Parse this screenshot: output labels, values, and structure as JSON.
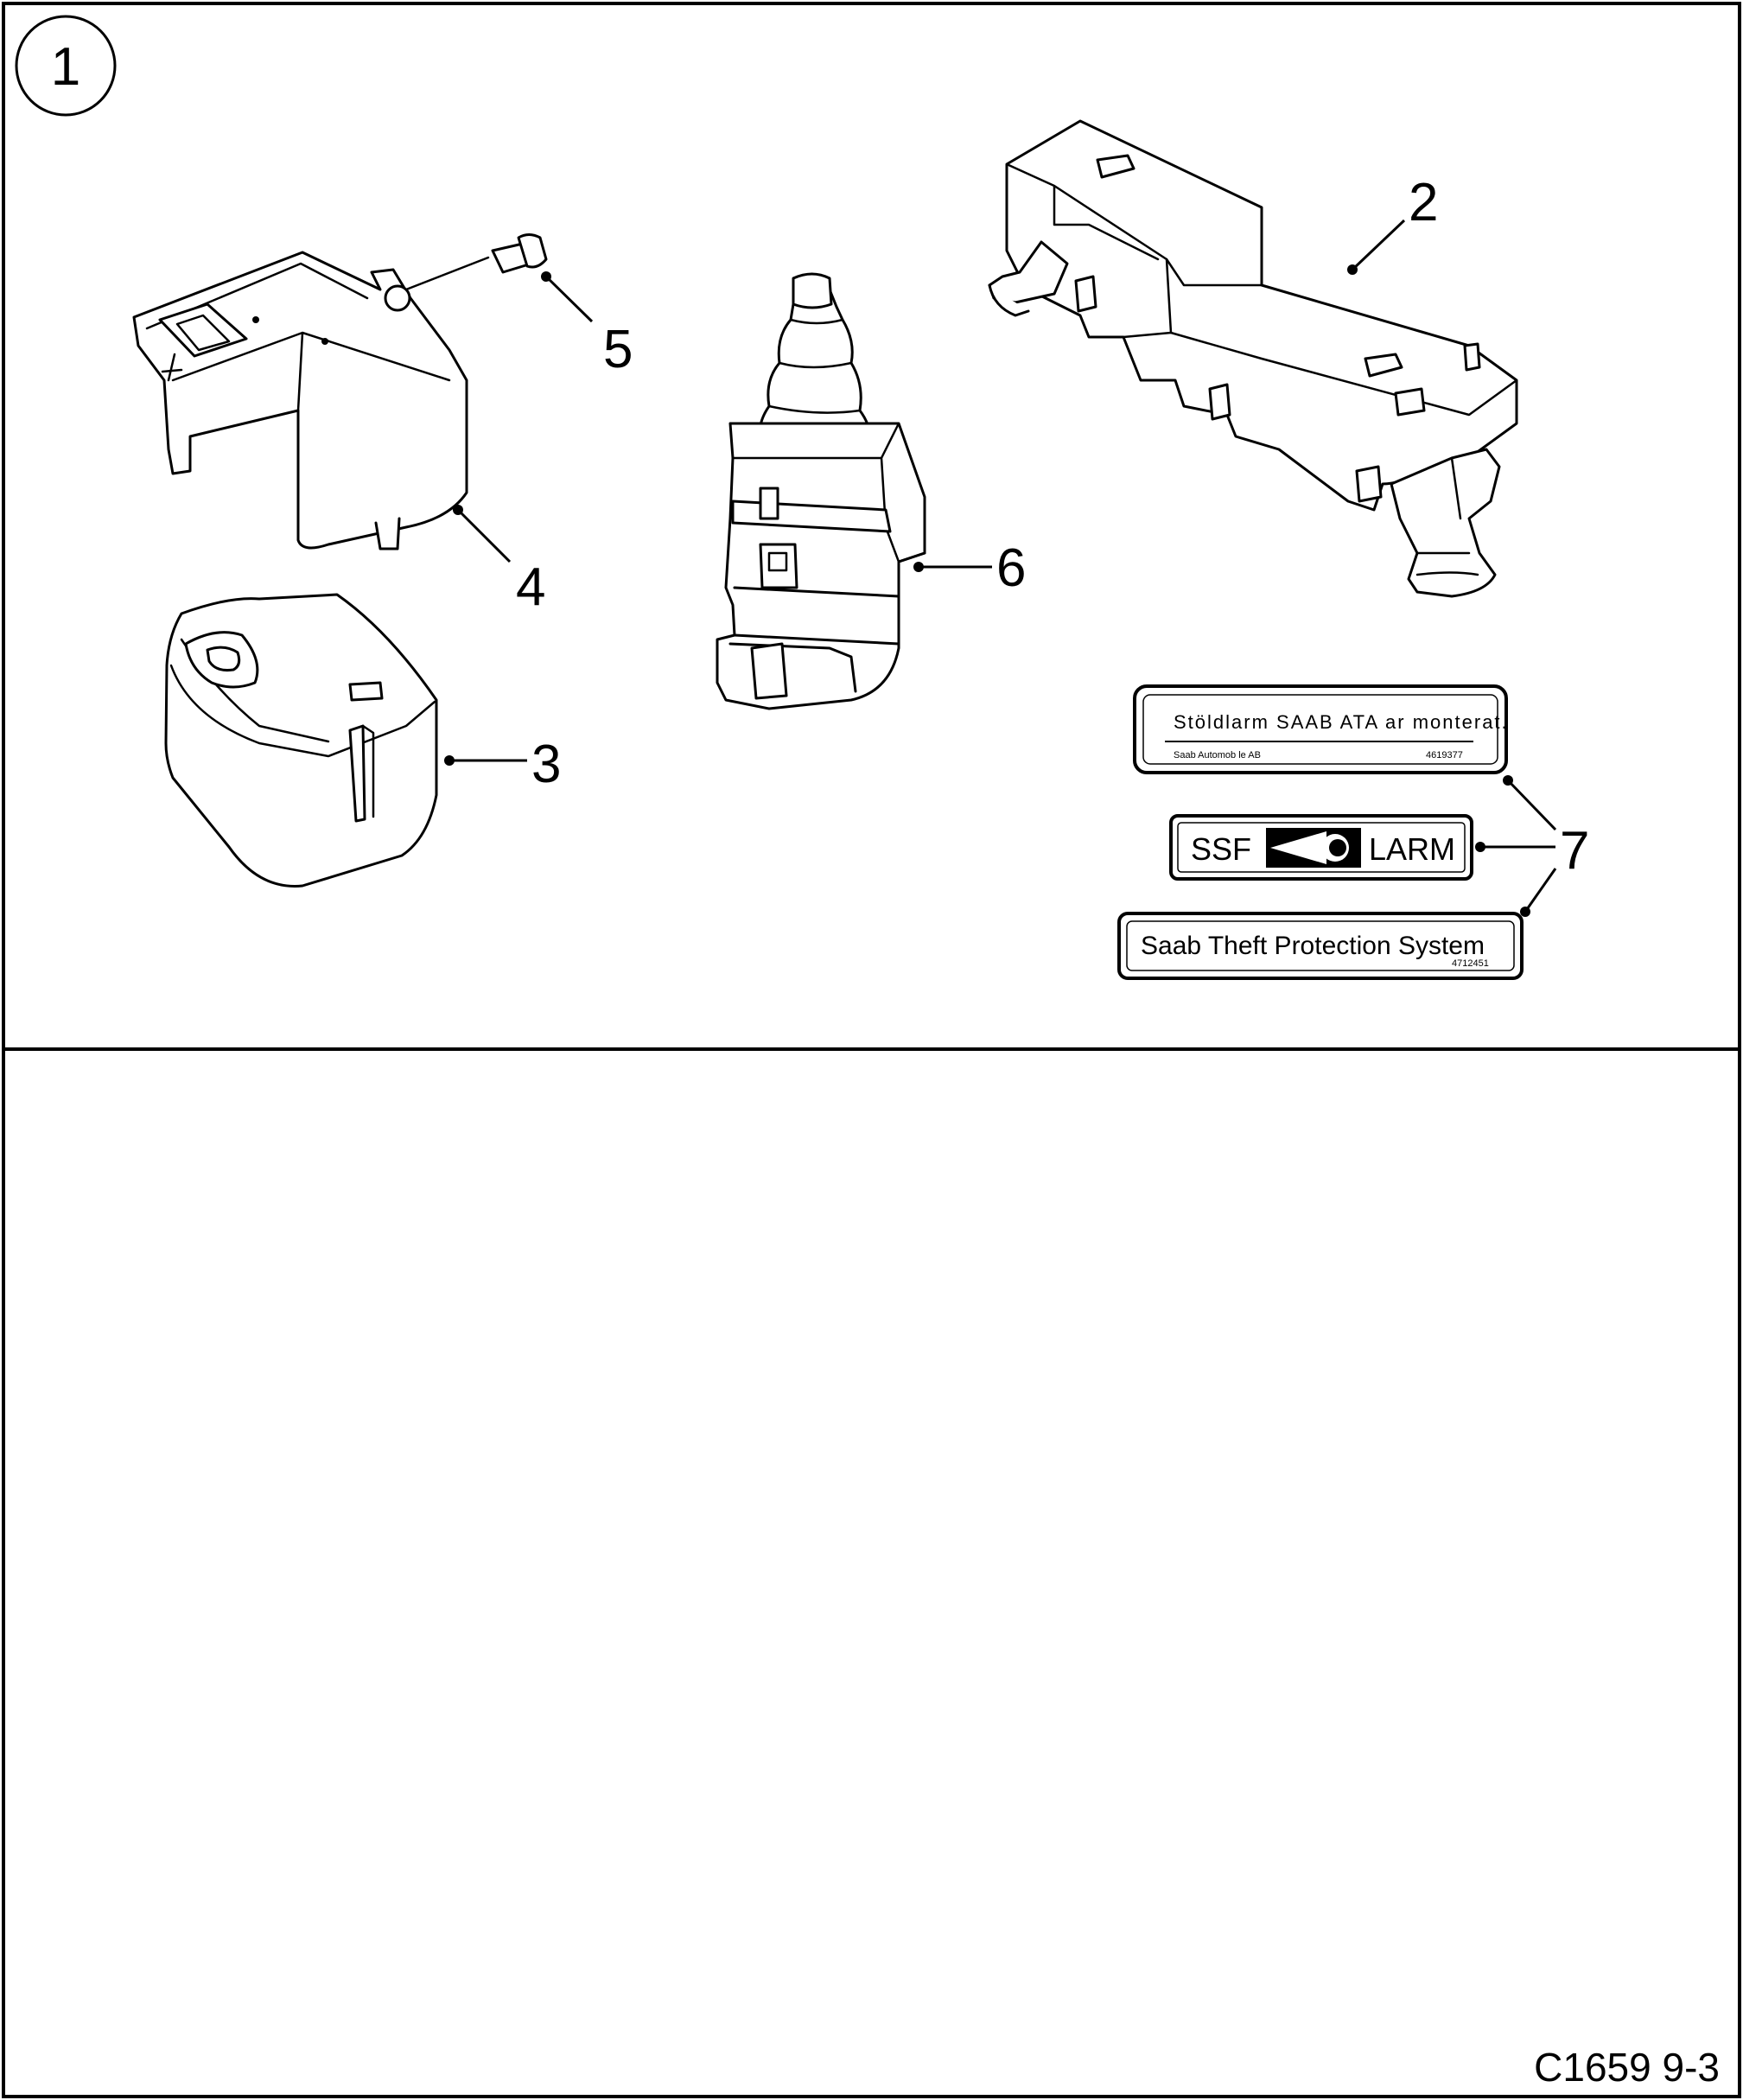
{
  "figure": {
    "view_number": "1",
    "drawing_code": "C1659 9-3"
  },
  "callouts": {
    "c2": "2",
    "c3": "3",
    "c4": "4",
    "c5": "5",
    "c6": "6",
    "c7": "7"
  },
  "decals": {
    "swedish_line1": "Stöldlarm SAAB ATA ar monterat.",
    "swedish_maker": "Saab Automob le AB",
    "swedish_part": "4619377",
    "ssf_left": "SSF",
    "ssf_right": "LARM",
    "english_text": "Saab Theft Protection System",
    "english_part": "4712451"
  }
}
